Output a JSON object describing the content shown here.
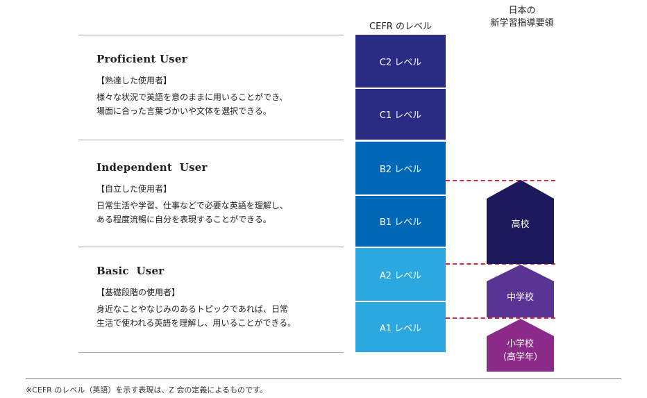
{
  "headers": {
    "cefr": "CEFR のレベル",
    "japan_line1": "日本の",
    "japan_line2": "新学習指導要領"
  },
  "user_groups": [
    {
      "title": "Proficient User",
      "subtitle": "【熟達した使用者】",
      "line1": "様々な状況で英語を意のままに用いることができ、",
      "line2": "場面に合った言葉づかいや文体を選択できる。"
    },
    {
      "title": "Independent  User",
      "subtitle": "【自立した使用者】",
      "line1": "日常生活や学習、仕事などで必要な英語を理解し、",
      "line2": "ある程度流暢に自分を表現することができる。"
    },
    {
      "title": "Basic  User",
      "subtitle": "【基礎段階の使用者】",
      "line1": "身近なことやなじみのあるトピックであれば、日常",
      "line2": "生活で使われる英語を理解し、用いることができる。"
    }
  ],
  "levels": [
    {
      "label": "C2 レベル",
      "color": "#2a2c83"
    },
    {
      "label": "C1 レベル",
      "color": "#2a2c83"
    },
    {
      "label": "B2 レベル",
      "color": "#0068b6"
    },
    {
      "label": "B1 レベル",
      "color": "#0068b6"
    },
    {
      "label": "A2 レベル",
      "color": "#2da7e0"
    },
    {
      "label": "A1 レベル",
      "color": "#2da7e0"
    }
  ],
  "schools": {
    "high": {
      "label": "高校",
      "color": "#1c1a5c"
    },
    "junior": {
      "label": "中学校",
      "color": "#5a3494"
    },
    "elementary": {
      "label_line1": "小学校",
      "label_line2": "（高学年）",
      "color": "#8c2a8a"
    }
  },
  "colors": {
    "dashed_line": "#d7263d",
    "rule": "#a8a8a8"
  },
  "footnote": "※CEFR のレベル（英語）を示す表現は、Z 会の定義によるものです。"
}
